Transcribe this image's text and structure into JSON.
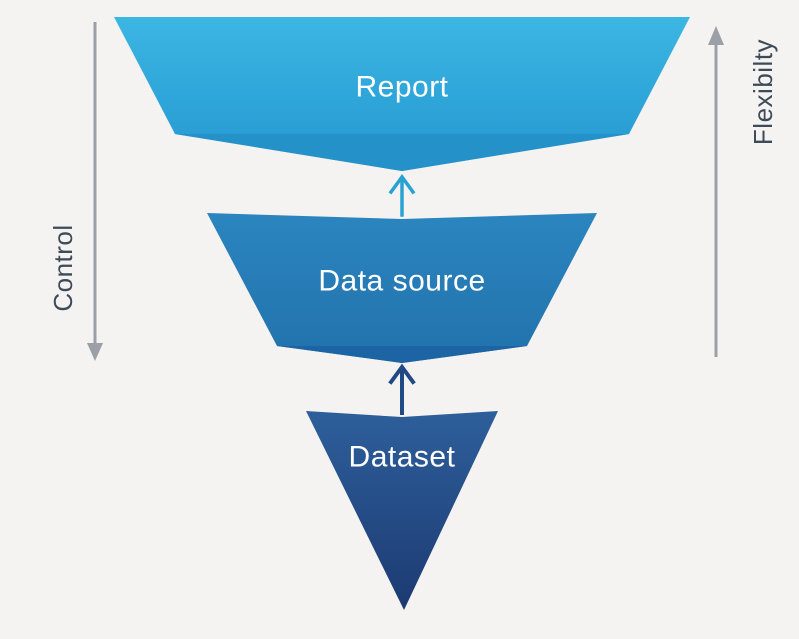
{
  "funnel": {
    "layers": [
      {
        "id": "report",
        "label": "Report"
      },
      {
        "id": "data_source",
        "label": "Data source"
      },
      {
        "id": "dataset",
        "label": "Dataset"
      }
    ],
    "layer_arrows_direction": "up"
  },
  "side_axes": {
    "left": {
      "label": "Control",
      "arrow_direction": "down"
    },
    "right": {
      "label": "Flexibilty",
      "arrow_direction": "up"
    }
  },
  "colors": {
    "background": "#f4f3f2",
    "report_top": "#3cb6e3",
    "report_bottom": "#2397d0",
    "report_fold": "#2492c8",
    "data_source_top": "#2b85bf",
    "data_source_bottom": "#2272ac",
    "data_source_fold": "#1d64a4",
    "dataset_top": "#2e5f9b",
    "dataset_bottom": "#1c3a72",
    "arrow_to_report": "#29a2d1",
    "arrow_to_data_source": "#1f4a86",
    "side_arrow": "#9aa0a6",
    "side_text": "#3d4a57",
    "layer_text": "#ffffff"
  }
}
